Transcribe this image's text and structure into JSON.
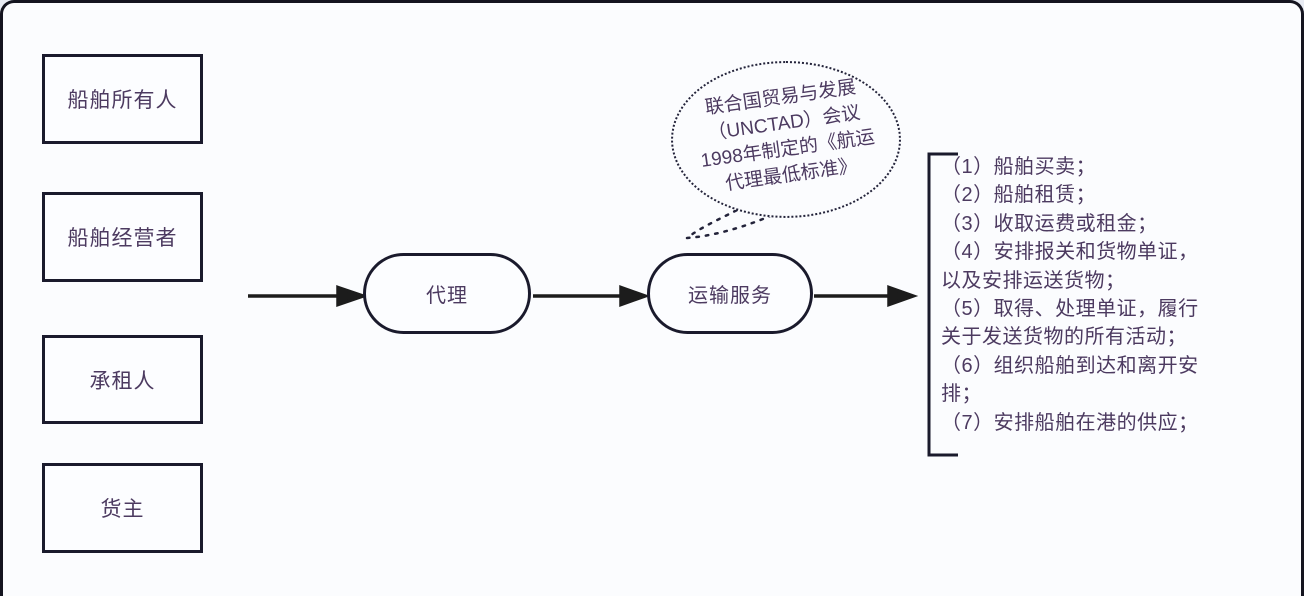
{
  "diagram": {
    "actors": [
      {
        "label": "船舶所有人"
      },
      {
        "label": "船舶经营者"
      },
      {
        "label": "承租人"
      },
      {
        "label": "货主"
      }
    ],
    "nodes": {
      "agency": "代理",
      "transport_service": "运输服务"
    },
    "annotation_bubble": {
      "lines": [
        "联合国贸易与发展",
        "（UNCTAD）会议",
        "1998年制定的《航运",
        "代理最低标准》"
      ]
    },
    "services_list": {
      "lines": [
        "（1）船舶买卖；",
        "（2）船舶租赁；",
        "（3）收取运费或租金；",
        "（4）安排报关和货物单证，",
        "以及安排运送货物；",
        "（5）取得、处理单证，履行",
        "关于发送货物的所有活动；",
        "（6）组织船舶到达和离开安",
        "排；",
        "（7）安排船舶在港的供应；"
      ]
    },
    "colors": {
      "ink_text": "#4c3a60",
      "line_border": "#1a1a2c",
      "canvas_bg": "#fbfcfe"
    }
  }
}
